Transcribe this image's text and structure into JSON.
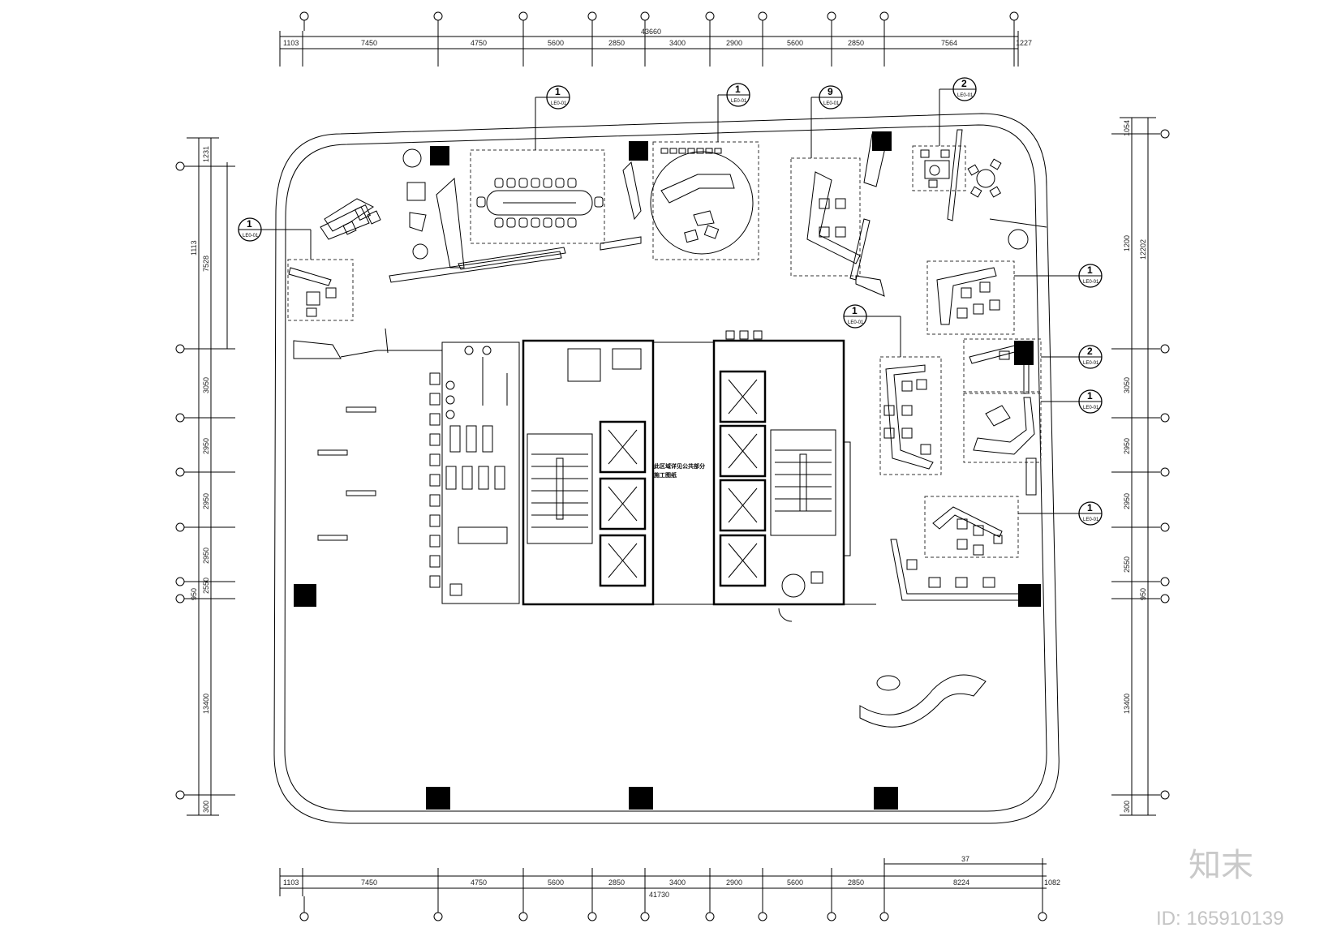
{
  "top_dims": [
    "1103",
    "7450",
    "4750",
    "5600",
    "2850",
    "3400",
    "2900",
    "5600",
    "2850",
    "7564",
    "1227"
  ],
  "top_total": "43660",
  "bottom_dims": [
    "1103",
    "7450",
    "4750",
    "5600",
    "2850",
    "3400",
    "2900",
    "5600",
    "2850",
    "8224",
    "1082"
  ],
  "bottom_total": "41730",
  "bottom_sub": "37",
  "left_dims": [
    "1231",
    "1113",
    "7528",
    "3050",
    "2950",
    "2950",
    "2950",
    "2550",
    "950",
    "13400",
    "300"
  ],
  "right_dims": [
    "1054",
    "12202",
    "1200",
    "3050",
    "2950",
    "2950",
    "2550",
    "950",
    "13400",
    "300"
  ],
  "callouts": [
    {
      "id": "c1",
      "number": "1",
      "sheet": "LE0-01"
    },
    {
      "id": "c2",
      "number": "1",
      "sheet": "LE0-01"
    },
    {
      "id": "c3",
      "number": "9",
      "sheet": "LE0-01"
    },
    {
      "id": "c4",
      "number": "2",
      "sheet": "LE0-01"
    },
    {
      "id": "c5",
      "number": "1",
      "sheet": "LE0-01"
    },
    {
      "id": "c6",
      "number": "1",
      "sheet": "LE0-01"
    },
    {
      "id": "c7",
      "number": "1",
      "sheet": "LE0-01"
    },
    {
      "id": "c8",
      "number": "2",
      "sheet": "LE0-01"
    },
    {
      "id": "c9",
      "number": "1",
      "sheet": "LE0-01"
    },
    {
      "id": "c10",
      "number": "1",
      "sheet": "LE0-01"
    }
  ],
  "core_note_line1": "此区域详见公共部分",
  "core_note_line2": "施工图纸",
  "watermark": {
    "logo": "知末",
    "id_text": "ID: 165910139"
  }
}
